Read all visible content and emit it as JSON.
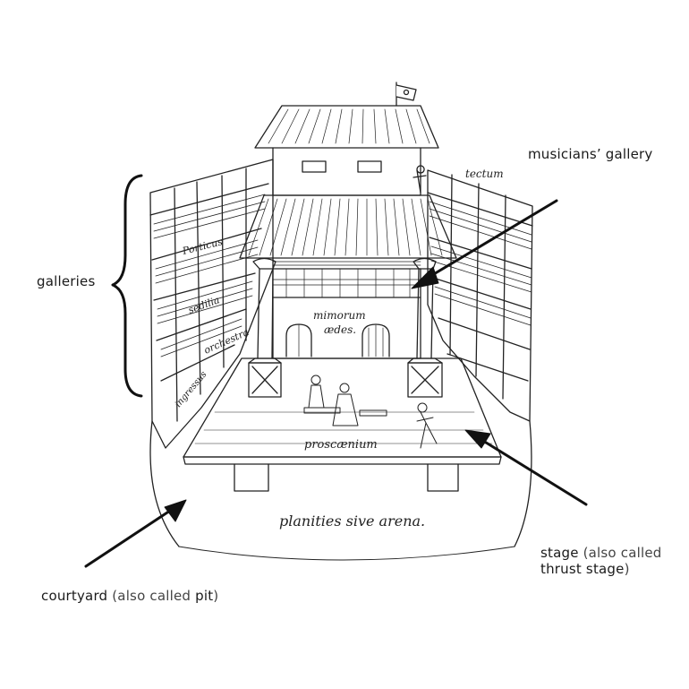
{
  "diagram": {
    "type": "annotated-illustration",
    "subject": "Elizabethan playhouse (Swan Theatre sketch)",
    "labels": {
      "musicians_gallery": "musicians’ gallery",
      "galleries": "galleries",
      "stage_main": "stage",
      "stage_paren_open": "(also called",
      "stage_line2_bold": "thrust stage",
      "stage_paren_close": ")",
      "courtyard_main": "courtyard",
      "courtyard_paren": "(also called",
      "courtyard_pit": "pit",
      "courtyard_close": ")"
    },
    "handwritten": {
      "tectum": "tectum",
      "porticus": "Porticus",
      "sedilia": "sedilia",
      "orchestra": "orchestra",
      "ingressus": "ingressus",
      "mimorum_1": "mimorum",
      "mimorum_2": "ædes.",
      "proscenium": "proscænium",
      "planities": "planities sive arena."
    },
    "colors": {
      "ink": "#1a1a1a",
      "background": "#ffffff"
    }
  }
}
